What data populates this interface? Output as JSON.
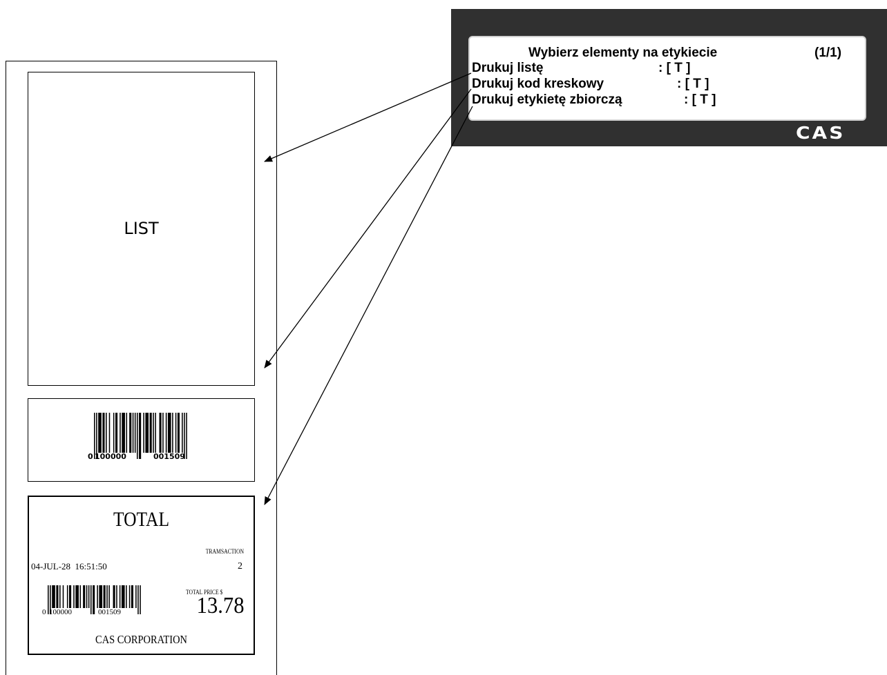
{
  "lcd": {
    "title": "Wybierz elementy na etykiecie",
    "page": "(1/1)",
    "rows": [
      {
        "label": "Drukuj listę",
        "value": ": [ T ]"
      },
      {
        "label": "Drukuj kod kreskowy",
        "value": ": [ T ]"
      },
      {
        "label": "Drukuj etykietę zbiorczą",
        "value": ": [ T ]"
      }
    ],
    "logo": "CAS"
  },
  "label_list": {
    "text": "LIST"
  },
  "label_barcode": {
    "digit_left": "0",
    "group1": "100000",
    "group2": "001509"
  },
  "label_total": {
    "title": "TOTAL",
    "transaction_label": "TRAMSACTION",
    "transaction_value": "2",
    "datetime": "04-JUL-28  16:51:50",
    "price_label": "TOTAL PRICE $",
    "price_value": "13.78",
    "barcode_left": "0",
    "barcode_g1": "100000",
    "barcode_g2": "001509",
    "company": "CAS CORPORATION"
  },
  "colors": {
    "display_bg": "#303030",
    "screen_bg": "#ffffff",
    "ink": "#000000"
  }
}
